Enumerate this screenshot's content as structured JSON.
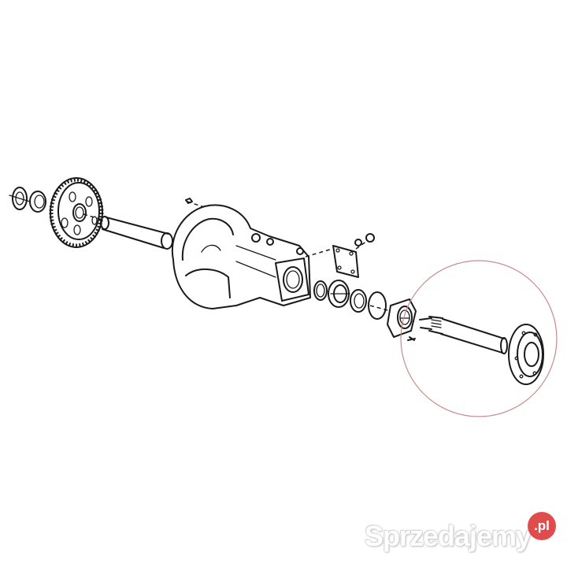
{
  "diagram": {
    "subject": "Exploded view of rear axle assembly",
    "components": [
      {
        "id": "outer-bearing",
        "label": "bearing"
      },
      {
        "id": "nut-collar",
        "label": "collar"
      },
      {
        "id": "ring-gear",
        "label": "large toothed gear"
      },
      {
        "id": "axle-tube",
        "label": "cylindrical tube"
      },
      {
        "id": "differential-housing",
        "label": "axle housing"
      },
      {
        "id": "cover-plate",
        "label": "cover plate with bolts"
      },
      {
        "id": "seal-ring",
        "label": "seal ring"
      },
      {
        "id": "shaft-bearing",
        "label": "bearing"
      },
      {
        "id": "inner-race",
        "label": "bearing race"
      },
      {
        "id": "o-ring",
        "label": "o-ring"
      },
      {
        "id": "bearing-retainer",
        "label": "bearing retainer flange"
      },
      {
        "id": "axle-shaft",
        "label": "axle shaft with hub flange"
      }
    ],
    "highlight": {
      "target": "axle-shaft",
      "shape": "circle",
      "color": "#c98a8a"
    }
  },
  "watermark": {
    "text": "Sprzedajemy",
    "badge": ".pl",
    "badge_color": "#e04c4c"
  }
}
